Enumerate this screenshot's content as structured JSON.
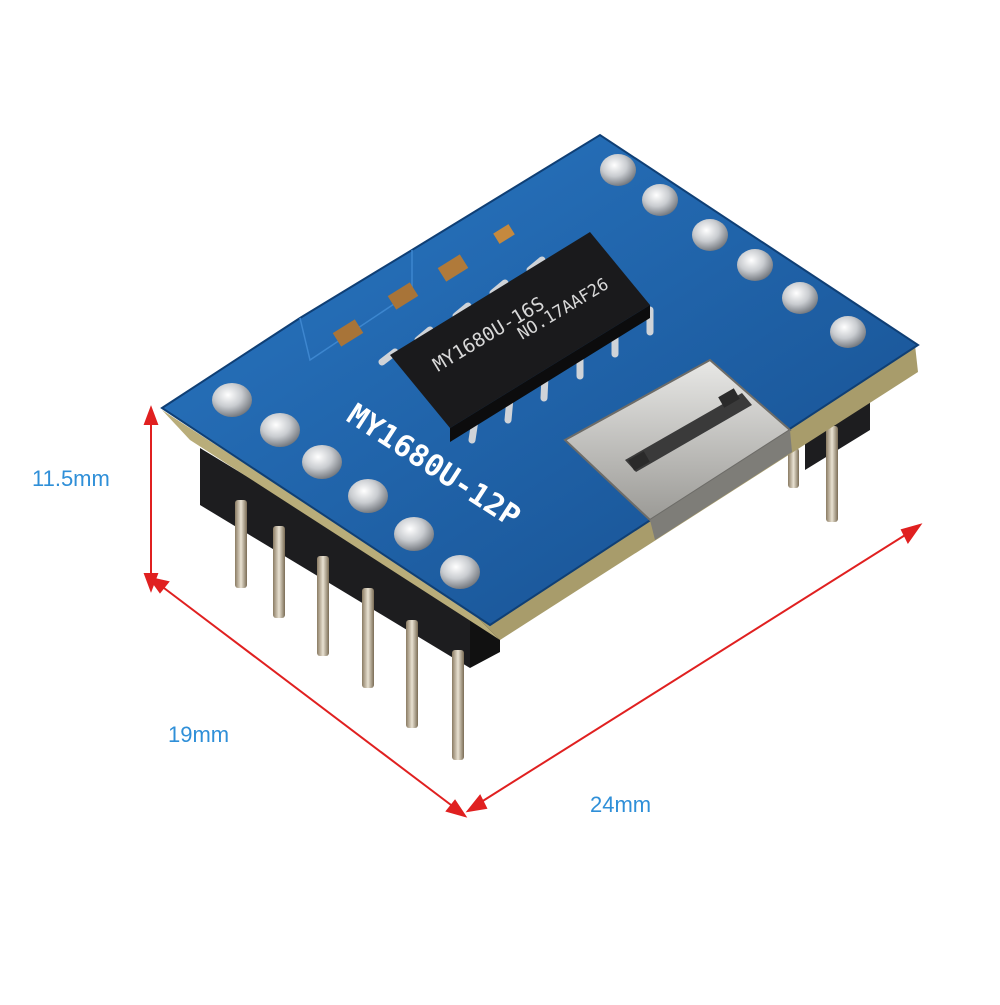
{
  "dimensions": {
    "height": "11.5mm",
    "depth": "19mm",
    "width": "24mm"
  },
  "board": {
    "silkscreen_label": "MY1680U-12P",
    "chip_line1": "MY1680U-16S",
    "chip_line2": "NO.17AAF26"
  },
  "colors": {
    "pcb": "#1f5fa6",
    "dimension_line": "#e02020",
    "dimension_text": "#2f8fd8"
  }
}
